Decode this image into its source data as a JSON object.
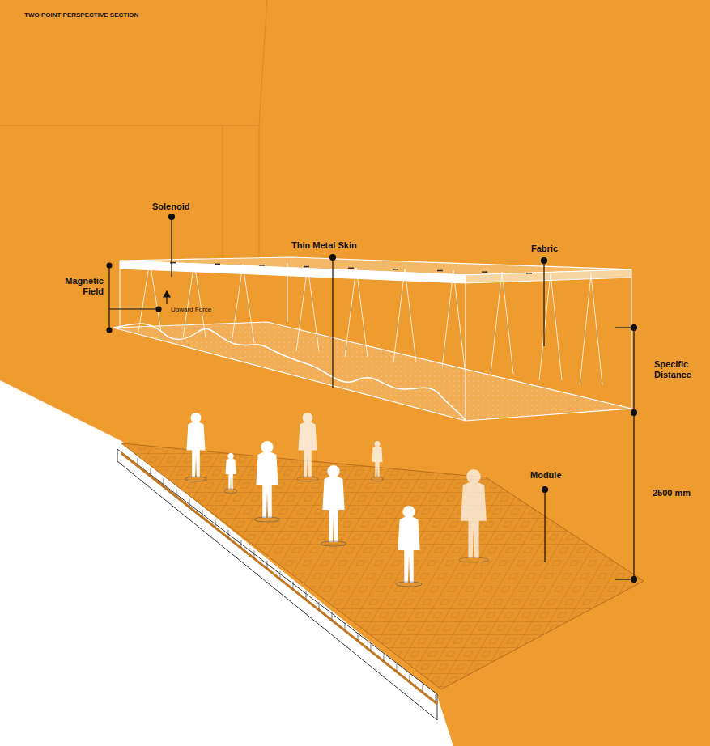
{
  "diagram": {
    "title": "TWO POINT PERSPECTIVE SECTION",
    "labels": [
      "Solenoid",
      "Thin Metal Skin",
      "Fabric",
      "Magnetic Field",
      "Upward Force",
      "Specific Distance",
      "Module",
      "2500 mm"
    ]
  }
}
